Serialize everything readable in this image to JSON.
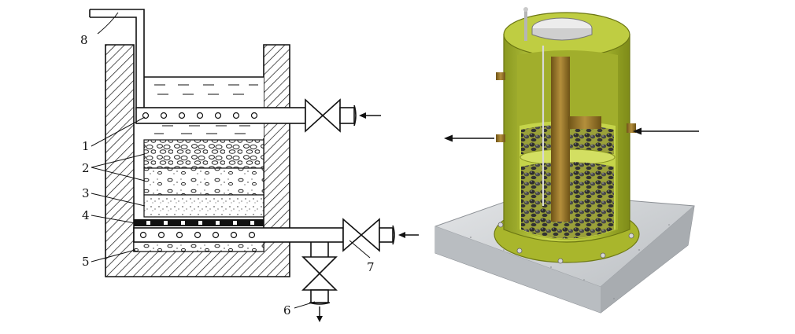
{
  "schematic": {
    "callouts": [
      {
        "id": "c1",
        "text": "1"
      },
      {
        "id": "c2",
        "text": "2"
      },
      {
        "id": "c3",
        "text": "3"
      },
      {
        "id": "c4",
        "text": "4"
      },
      {
        "id": "c5",
        "text": "5"
      },
      {
        "id": "c6",
        "text": "6"
      },
      {
        "id": "c7",
        "text": "7"
      },
      {
        "id": "c8",
        "text": "8"
      }
    ]
  },
  "colors": {
    "line": "#111111",
    "vessel_green": "#b9c83c",
    "vessel_dark": "#7f8c1c",
    "pipe_bronze": "#9a7a2c",
    "base_gray": "#c9cccf",
    "media_dark": "#3a3a3a"
  }
}
